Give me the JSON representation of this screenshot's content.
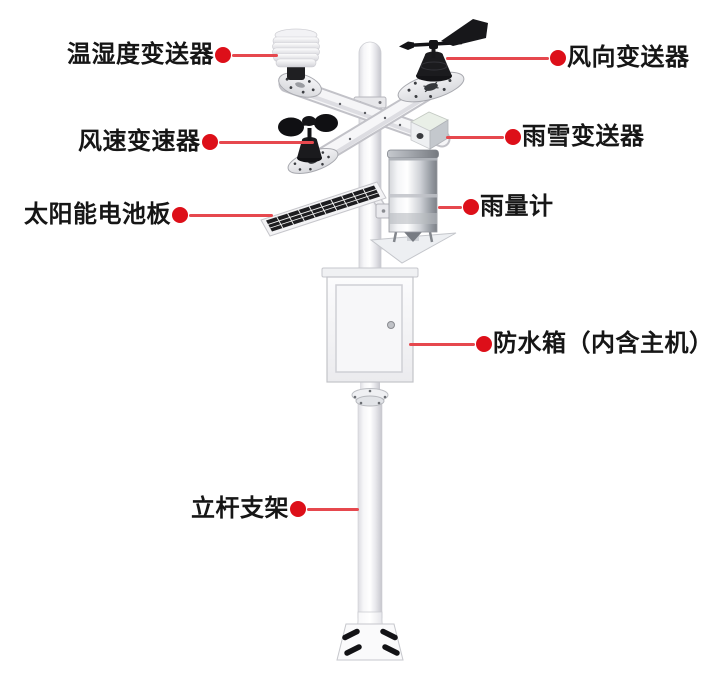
{
  "labels": {
    "temp_humidity": "温湿度变送器",
    "wind_speed": "风速变速器",
    "solar_panel": "太阳能电池板",
    "pole_bracket": "立杆支架",
    "wind_direction": "风向变送器",
    "rain_snow": "雨雪变送器",
    "rain_gauge": "雨量计",
    "waterproof_box": "防水箱（内含主机）"
  },
  "colors": {
    "accent_dot": "#dd0f19",
    "leader_line": "#e6484e",
    "label_text": "#161616",
    "background": "#ffffff"
  },
  "icons": {
    "callout_dot": "filled red circle marker"
  }
}
